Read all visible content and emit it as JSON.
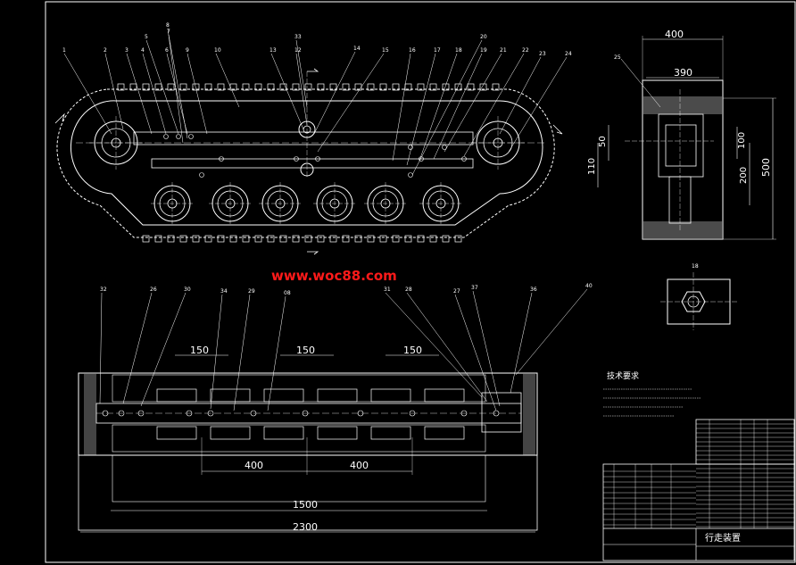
{
  "watermark": "www.woc88.com",
  "top_view": {
    "part_labels": [
      {
        "id": "p1",
        "text": "1"
      },
      {
        "id": "p2",
        "text": "2"
      },
      {
        "id": "p3",
        "text": "3"
      },
      {
        "id": "p4",
        "text": "4"
      },
      {
        "id": "p5",
        "text": "5"
      },
      {
        "id": "p6",
        "text": "6"
      },
      {
        "id": "p7",
        "text": "7"
      },
      {
        "id": "p8",
        "text": "8"
      },
      {
        "id": "p9",
        "text": "9"
      },
      {
        "id": "p10",
        "text": "10"
      },
      {
        "id": "p12",
        "text": "12"
      },
      {
        "id": "p13",
        "text": "13"
      },
      {
        "id": "p14",
        "text": "14"
      },
      {
        "id": "p15",
        "text": "15"
      },
      {
        "id": "p16",
        "text": "16"
      },
      {
        "id": "p17",
        "text": "17"
      },
      {
        "id": "p18",
        "text": "18"
      },
      {
        "id": "p19",
        "text": "19"
      },
      {
        "id": "p20",
        "text": "20"
      },
      {
        "id": "p21",
        "text": "21"
      },
      {
        "id": "p22",
        "text": "22"
      },
      {
        "id": "p23",
        "text": "23"
      },
      {
        "id": "p24",
        "text": "24"
      },
      {
        "id": "p33",
        "text": "33"
      }
    ]
  },
  "side_view": {
    "dims": {
      "width400": "400",
      "width390": "390",
      "h50": "50",
      "h110": "110",
      "h100": "100",
      "h200": "200",
      "h500": "500"
    },
    "label_25": "25"
  },
  "small_view": {
    "label": "18"
  },
  "bottom_view": {
    "dims": {
      "d150a": "150",
      "d150b": "150",
      "d150c": "150",
      "d400a": "400",
      "d400b": "400",
      "d1500": "1500",
      "d2300": "2300"
    },
    "part_labels": [
      {
        "id": "b32",
        "text": "32"
      },
      {
        "id": "b26",
        "text": "26"
      },
      {
        "id": "b30",
        "text": "30"
      },
      {
        "id": "b34",
        "text": "34"
      },
      {
        "id": "b29",
        "text": "29"
      },
      {
        "id": "b08",
        "text": "08"
      },
      {
        "id": "b31",
        "text": "31"
      },
      {
        "id": "b28",
        "text": "28"
      },
      {
        "id": "b27",
        "text": "27"
      },
      {
        "id": "b37",
        "text": "37"
      },
      {
        "id": "b36",
        "text": "36"
      },
      {
        "id": "b40",
        "text": "40"
      }
    ]
  },
  "tech_req": {
    "title": "技术要求"
  },
  "title_block": {
    "name": "行走装置"
  }
}
